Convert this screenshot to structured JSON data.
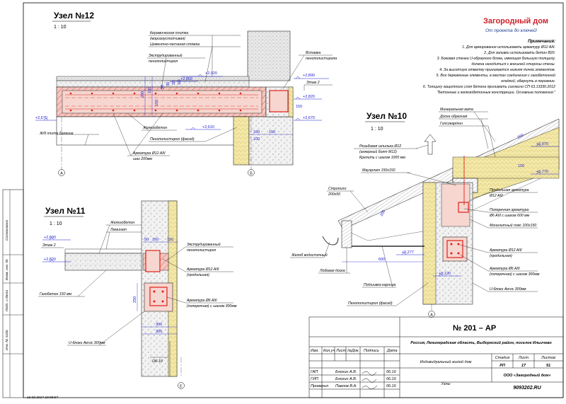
{
  "logo": {
    "name": "Загородный дом",
    "tagline": "От проекта до ключей!"
  },
  "notes": {
    "title": "Примечания:",
    "lines": [
      "1. Для армирования использовать арматуру Ø12 AIII.",
      "2. Для заливки использовать бетон В20.",
      "3. Боковая стенка U-образного блока, имеющая большую толщину,",
      "должна находиться с внешней стороны стены.",
      "4. За высотную отметку принимается нижняя точка элементов.",
      "5. Все деревянные элементы, в местах соединения с газобетонной",
      "кладкой, обернуть в пергамин.",
      "6. Толщину защитного слоя бетона принимать согласно СП 63.13330.2012",
      "\"Бетонные и железобетонные конструкции. Основные положения.\""
    ]
  },
  "node12": {
    "title": "Узел №12",
    "scale": "1 : 10",
    "labels": {
      "ceramic": "Керамическая плитка",
      "ceramic2": "(морозоустойчивая)",
      "screed": "Цементно-песчаная стяжка",
      "eps": "Экструдированный",
      "eps2": "пенополистирол",
      "insert": "Вставка",
      "insert2": "пенополистирола",
      "rc": "Железобетон",
      "slab": "Ж/б плита балкона",
      "facade": "Пенополистирол (фасад)",
      "rebar": "Арматура Ø12 AIII",
      "rebar2": "шаг 200мм",
      "floor": "Этаж 2"
    },
    "dims": [
      "+2,920",
      "+2,860",
      "+2,890",
      "+2,820",
      "+2,670",
      "+2,610",
      "+2,670",
      "200",
      "100",
      "150",
      "50",
      "30",
      "20",
      "10",
      "100",
      "150",
      "100",
      "150"
    ],
    "axes": [
      "А",
      "Б"
    ]
  },
  "node11": {
    "title": "Узел №11",
    "scale": "1 : 10",
    "labels": {
      "rc": "Железобетон",
      "laminate": "Ламинат",
      "floor": "Этаж 2",
      "gas": "Газобетон 150 мм",
      "eps": "Экструдированный",
      "eps2": "пенополистирол",
      "rebar12": "Арматура Ø12 AIII",
      "rebar12b": "(продольная)",
      "rebar6": "Арматура Ø6 AIII",
      "rebar6b": "(поперечная) с шагом 300мм",
      "ublock": "U-блоки Аеrоc 300мм",
      "ok": "ОК-10"
    },
    "dims": [
      "+2,890",
      "+2,820",
      "50",
      "150",
      "150",
      "250",
      "300",
      "300"
    ],
    "axes": [
      "Е"
    ]
  },
  "node10": {
    "title": "Узел №10",
    "scale": "1 : 10",
    "labels": {
      "wool": "Минеральная вата",
      "board": "Доска обрезная",
      "gkl": "Гипсокартон",
      "stud": "Резьбовая шпилька Ø12",
      "stud2": "(анкерный болт М12)",
      "stud3": "Крепить с шагом 1000 мм",
      "mauer": "Мауэрлат 150х150",
      "rafter": "Стропило",
      "rafter2": "200х50",
      "rebar12": "Продольная арматура",
      "rebar12b": "Ø12 AIII",
      "rebar6": "Поперечная арматура",
      "rebar6b": "Ø6 AIII с шагом 600 мм",
      "belt": "Монолитный пояс 100х150",
      "rebar12c": "Арматура Ø12 AIII",
      "rebar12d": "(продольная)",
      "rebar6c": "Арматура Ø6 AIII",
      "rebar6d": "(поперечная) с шагом 300мм",
      "ublock": "U-блоки Аеrоc 300мм",
      "gutter": "Желоб водосточный",
      "eave": "Лобовая доска",
      "soffit": "Подшивка карниза",
      "facade": "Пенополистирол (фасад)"
    },
    "dims": [
      "+5,970",
      "+5,770",
      "+5,277",
      "+5,120",
      "200",
      "200",
      "600",
      "100"
    ],
    "axes": [
      "А"
    ]
  },
  "stamp": {
    "code": "№ 201 – АР",
    "address": "Россия, Ленинградская область, Выборгский район, поселок Ильичево",
    "object": "Индивидуальный жилой дом",
    "sheet_title": "Узлы",
    "org": "ООО «Загородный дом»",
    "org2": "9093202.RU",
    "head_cols": [
      "Изм.",
      "Кол.уч",
      "Лист",
      "№Док.",
      "Подпись",
      "Дата"
    ],
    "stage_h": [
      "Стадия",
      "Лист",
      "Листов"
    ],
    "stage_v": [
      "РП",
      "17",
      "51"
    ],
    "roles": [
      {
        "role": "ГАП",
        "name": "Блохин А.В.",
        "date": "06.16"
      },
      {
        "role": "ГИП",
        "name": "Блохин А.В.",
        "date": "06.16"
      },
      {
        "role": "Проверил",
        "name": "Павлов В.А.",
        "date": "06.16"
      }
    ]
  },
  "side": {
    "items": [
      "Согласовано",
      "Взам. инв. №",
      "Подп. и дата",
      "Инв. № подл."
    ]
  },
  "footer": {
    "timestamp": "10.02.2017 10:08:57"
  }
}
